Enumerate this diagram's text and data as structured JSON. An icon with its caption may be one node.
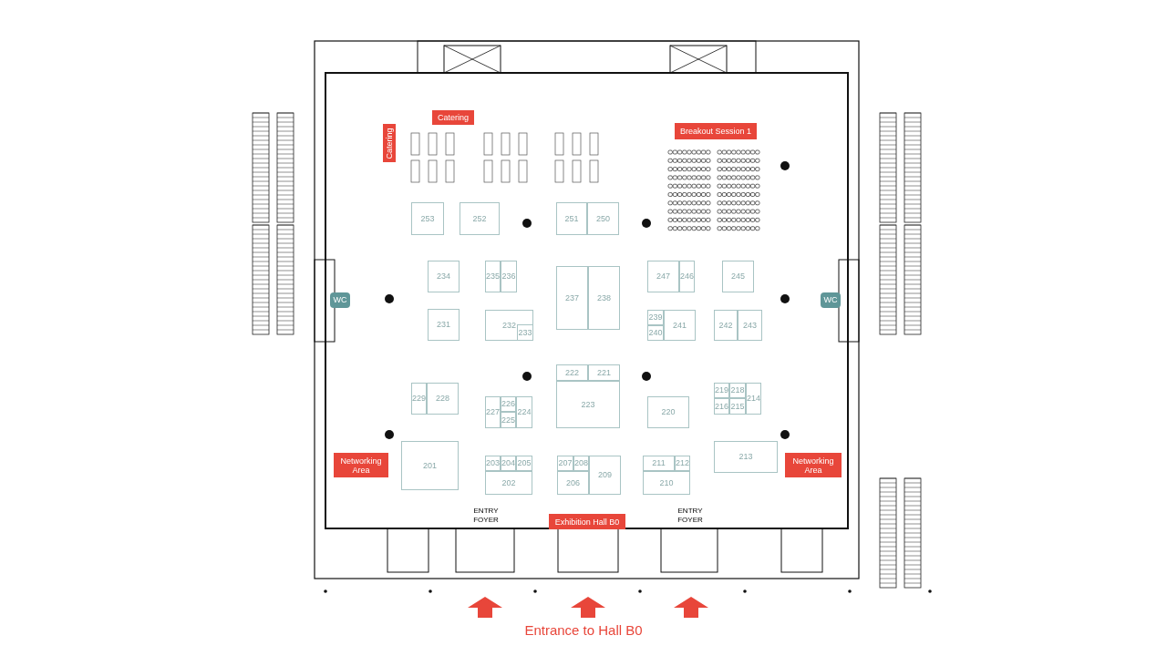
{
  "diagram": {
    "nodes": [
      {
        "text": [
          "Catering"
        ]
      },
      {
        "text": [
          "Catering"
        ]
      },
      {
        "text": [
          "Breakout Session 1"
        ]
      },
      {
        "text": [
          "253"
        ]
      },
      {
        "text": [
          "252"
        ]
      },
      {
        "text": [
          "251"
        ]
      },
      {
        "text": [
          "250"
        ]
      },
      {
        "text": [
          "234"
        ]
      },
      {
        "text": [
          "235"
        ]
      },
      {
        "text": [
          "236"
        ]
      },
      {
        "text": [
          "237"
        ]
      },
      {
        "text": [
          "238"
        ]
      },
      {
        "text": [
          "247"
        ]
      },
      {
        "text": [
          "246"
        ]
      },
      {
        "text": [
          "245"
        ]
      },
      {
        "text": [
          "WC"
        ]
      },
      {
        "text": [
          "WC"
        ]
      },
      {
        "text": [
          "231"
        ]
      },
      {
        "text": [
          "232"
        ]
      },
      {
        "text": [
          "233"
        ],
        "in": 18
      },
      {
        "text": [
          "239"
        ]
      },
      {
        "text": [
          "240"
        ]
      },
      {
        "text": [
          "241"
        ]
      },
      {
        "text": [
          "242"
        ]
      },
      {
        "text": [
          "243"
        ]
      },
      {
        "text": [
          "222"
        ]
      },
      {
        "text": [
          "221"
        ]
      },
      {
        "text": [
          "223"
        ]
      },
      {
        "text": [
          "229"
        ]
      },
      {
        "text": [
          "228"
        ]
      },
      {
        "text": [
          "227"
        ]
      },
      {
        "text": [
          "226"
        ]
      },
      {
        "text": [
          "225"
        ]
      },
      {
        "text": [
          "224"
        ]
      },
      {
        "text": [
          "220"
        ]
      },
      {
        "text": [
          "219"
        ]
      },
      {
        "text": [
          "218"
        ]
      },
      {
        "text": [
          "216"
        ]
      },
      {
        "text": [
          "215"
        ]
      },
      {
        "text": [
          "214"
        ]
      },
      {
        "text": [
          "Networking Area"
        ]
      },
      {
        "text": [
          "201"
        ]
      },
      {
        "text": [
          "213"
        ]
      },
      {
        "text": [
          "Networking Area"
        ]
      },
      {
        "text": [
          "203"
        ]
      },
      {
        "text": [
          "204"
        ]
      },
      {
        "text": [
          "205"
        ]
      },
      {
        "text": [
          "202"
        ]
      },
      {
        "text": [
          "207"
        ]
      },
      {
        "text": [
          "208"
        ]
      },
      {
        "text": [
          "206"
        ]
      },
      {
        "text": [
          "209"
        ]
      },
      {
        "text": [
          "211"
        ]
      },
      {
        "text": [
          "212"
        ]
      },
      {
        "text": [
          "210"
        ]
      },
      {
        "text": [
          "Exhibition Hall B0"
        ]
      }
    ],
    "labels": [
      "ENTRY FOYER",
      "ENTRY FOYER",
      "Entrance to Hall B0"
    ]
  }
}
